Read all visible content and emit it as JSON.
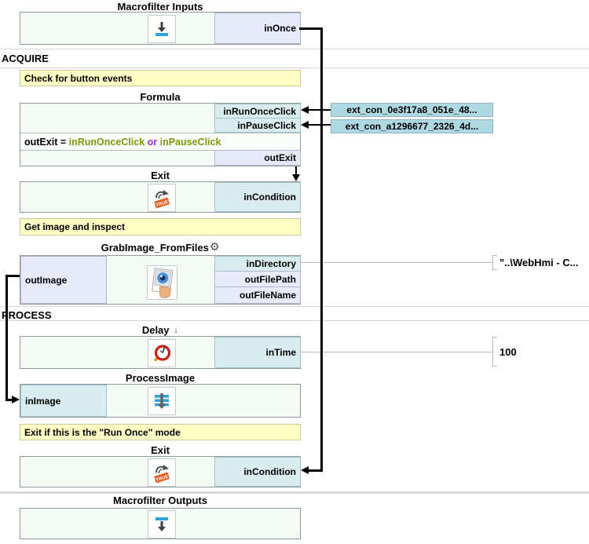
{
  "titles": {
    "inputs": "Macrofilter Inputs",
    "formula": "Formula",
    "exit1": "Exit",
    "grab": "GrabImage_FromFiles",
    "delay": "Delay",
    "process_image": "ProcessImage",
    "exit2": "Exit",
    "outputs": "Macrofilter Outputs"
  },
  "sections": {
    "acquire": "ACQUIRE",
    "process": "PROCESS"
  },
  "comments": {
    "c1": "Check for button events",
    "c2": "Get image and inspect",
    "c3": "Exit if this is the \"Run Once\" mode"
  },
  "ports": {
    "inOnce": "inOnce",
    "inRunOnceClick": "inRunOnceClick",
    "inPauseClick": "inPauseClick",
    "outExit": "outExit",
    "inCondition": "inCondition",
    "outImage": "outImage",
    "inDirectory": "inDirectory",
    "outFilePath": "outFilePath",
    "outFileName": "outFileName",
    "inTime": "inTime",
    "inImage": "inImage"
  },
  "formula_expression": {
    "lhs": "outExit",
    "equals": " = ",
    "operand1": "inRunOnceClick",
    "operator": " or ",
    "operand2": "inPauseClick"
  },
  "ext_connections": {
    "label1": "ext_con_0e3f17a8_051e_48...",
    "label2": "ext_con_a1296677_2326_4d..."
  },
  "values": {
    "in_directory": "\"..\\WebHmi - C...",
    "in_time": "100"
  },
  "icons": {
    "gear": "⚙",
    "delay_marker": "↓",
    "exit_true": "TRUE"
  },
  "colors": {
    "body_mint": "#f3fbf4",
    "in_port_blue": "#d9ecf0",
    "out_port_lavender": "#e7eaf8",
    "comment_yellow": "#ffffc6",
    "ext_label_blue": "#aed8e2",
    "accent_blue": "#2fa3dc",
    "exit_orange": "#e65c1e",
    "delay_red": "#c81e14"
  }
}
